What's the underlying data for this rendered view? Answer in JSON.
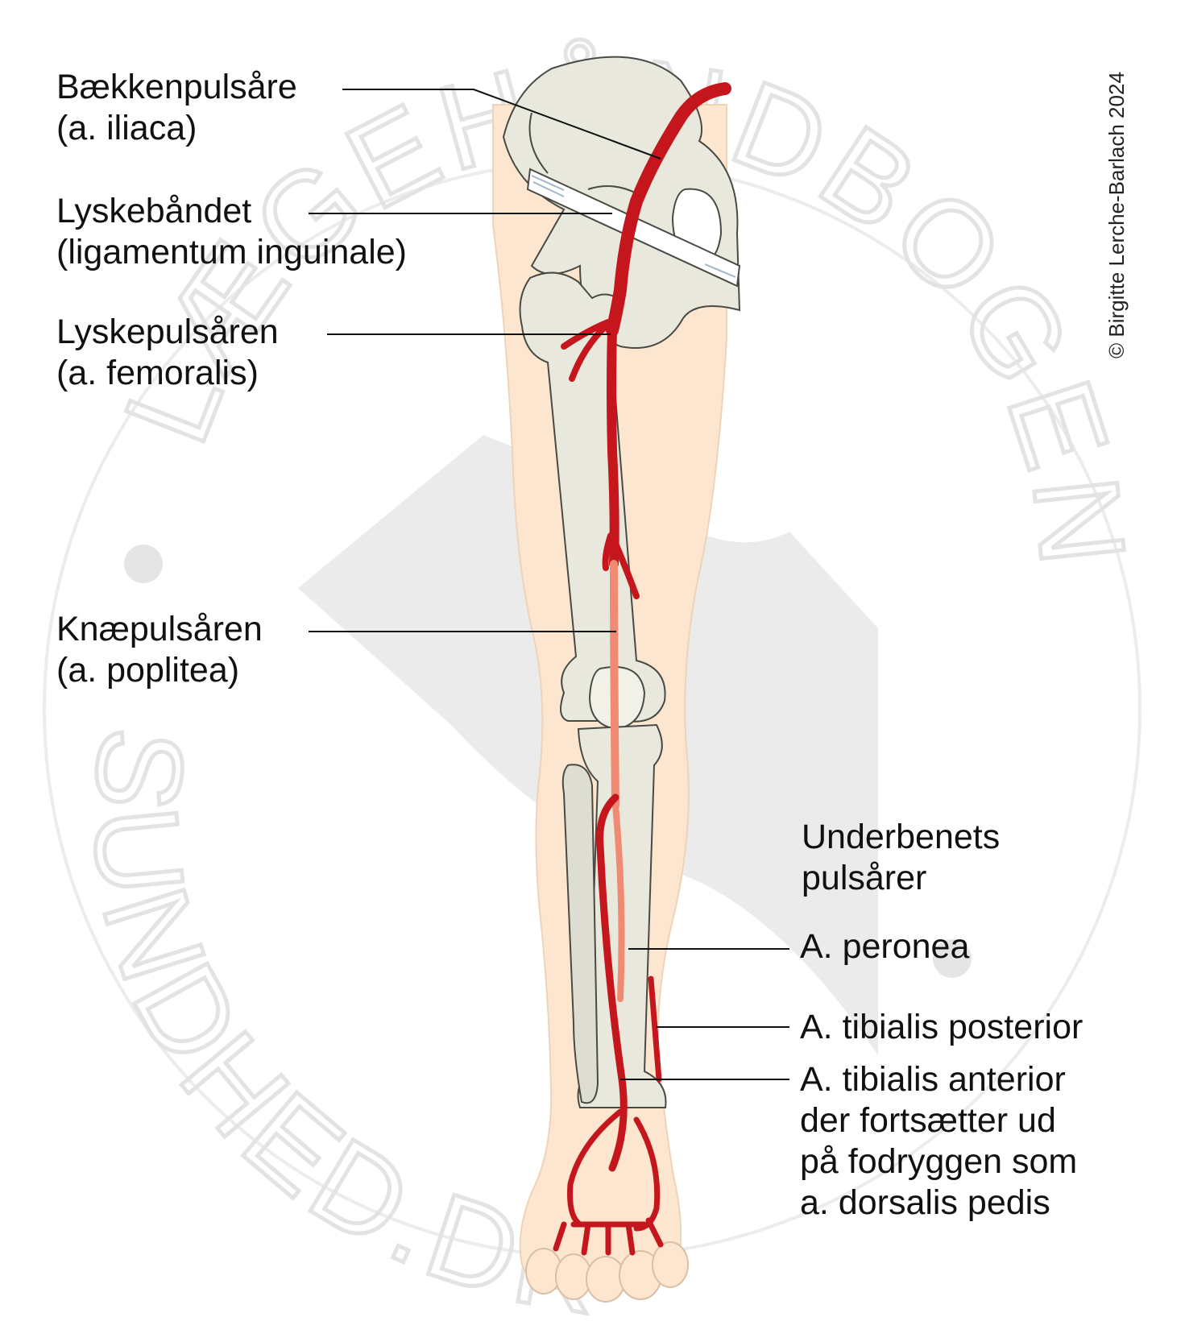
{
  "labels": {
    "iliaca": {
      "line1": "Bækkenpulsåre",
      "line2": "(a. iliaca)"
    },
    "inguinale": {
      "line1": "Lyskebåndet",
      "line2": "(ligamentum inguinale)"
    },
    "femoralis": {
      "line1": "Lyskepulsåren",
      "line2": "(a. femoralis)"
    },
    "poplitea": {
      "line1": "Knæpulsåren",
      "line2": "(a. poplitea)"
    },
    "underben": {
      "line1": "Underbenets",
      "line2": "pulsårer"
    },
    "peronea": {
      "line1": "A. peronea"
    },
    "tib_post": {
      "line1": "A. tibialis posterior"
    },
    "tib_ant": {
      "line1": "A. tibialis anterior",
      "line2": "der fortsætter ud",
      "line3": "på fodryggen som",
      "line4": "a. dorsalis pedis"
    }
  },
  "copyright": "© Birgitte Lerche-Barlach 2024",
  "watermark": {
    "top": "LÆGEHÅNDBOGEN",
    "bottom": "SUNDHED.DK"
  },
  "colors": {
    "artery": "#c4161c",
    "artery_posterior": "#f08a72",
    "skin": "#fde6cf",
    "bone": "#e9e8dd",
    "ligament": "#ffffff",
    "watermark": "#e7e7e7"
  }
}
